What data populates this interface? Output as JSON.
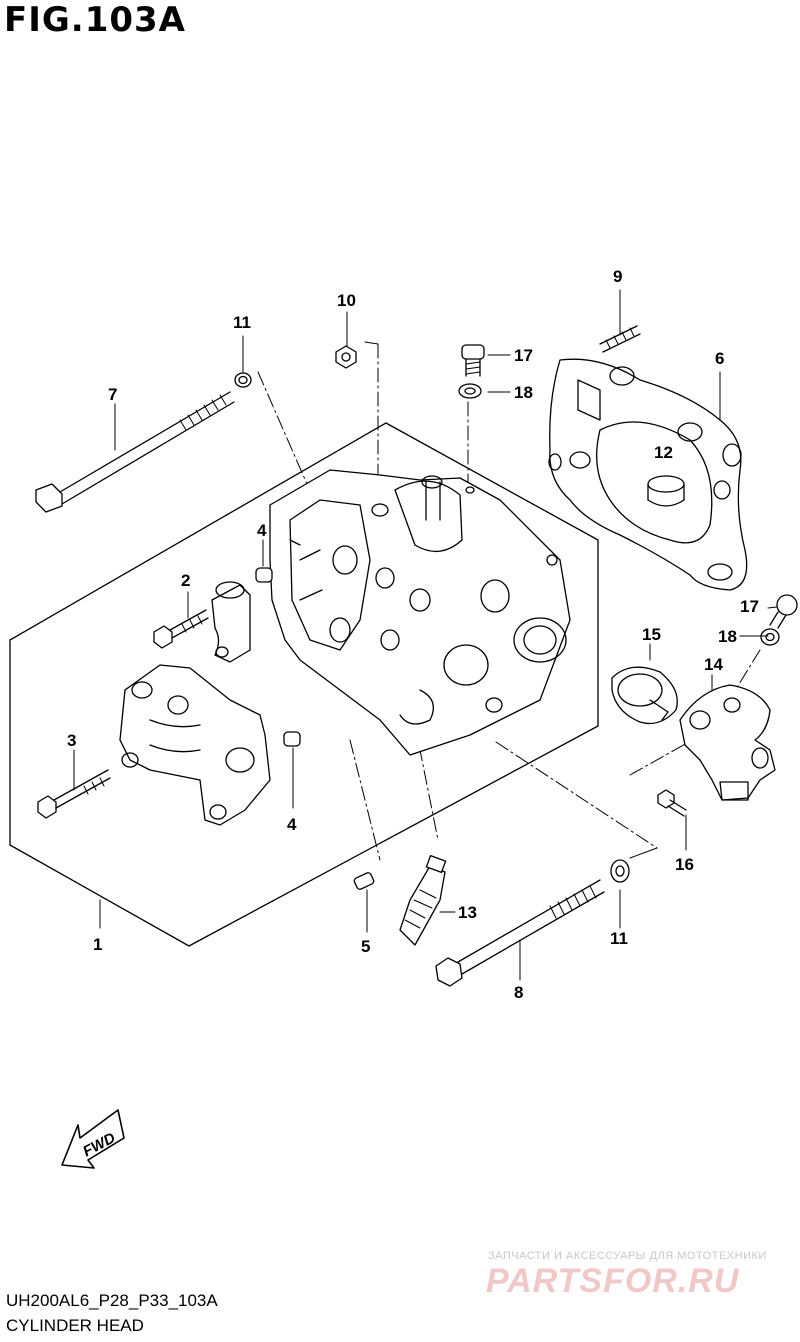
{
  "figure": {
    "title": "FIG.103A"
  },
  "footer": {
    "code": "UH200AL6_P28_P33_103A",
    "name": "CYLINDER HEAD"
  },
  "fwd_label": "FWD",
  "watermark": {
    "subtitle": "ЗАПЧАСТИ И АКСЕССУАРЫ ДЛЯ МОТОТЕХНИКИ",
    "brand": "PARTSFOR.RU"
  },
  "callouts": [
    "1",
    "2",
    "3",
    "4",
    "4",
    "5",
    "6",
    "7",
    "8",
    "9",
    "10",
    "11",
    "11",
    "12",
    "13",
    "14",
    "15",
    "16",
    "17",
    "17",
    "18",
    "18"
  ]
}
